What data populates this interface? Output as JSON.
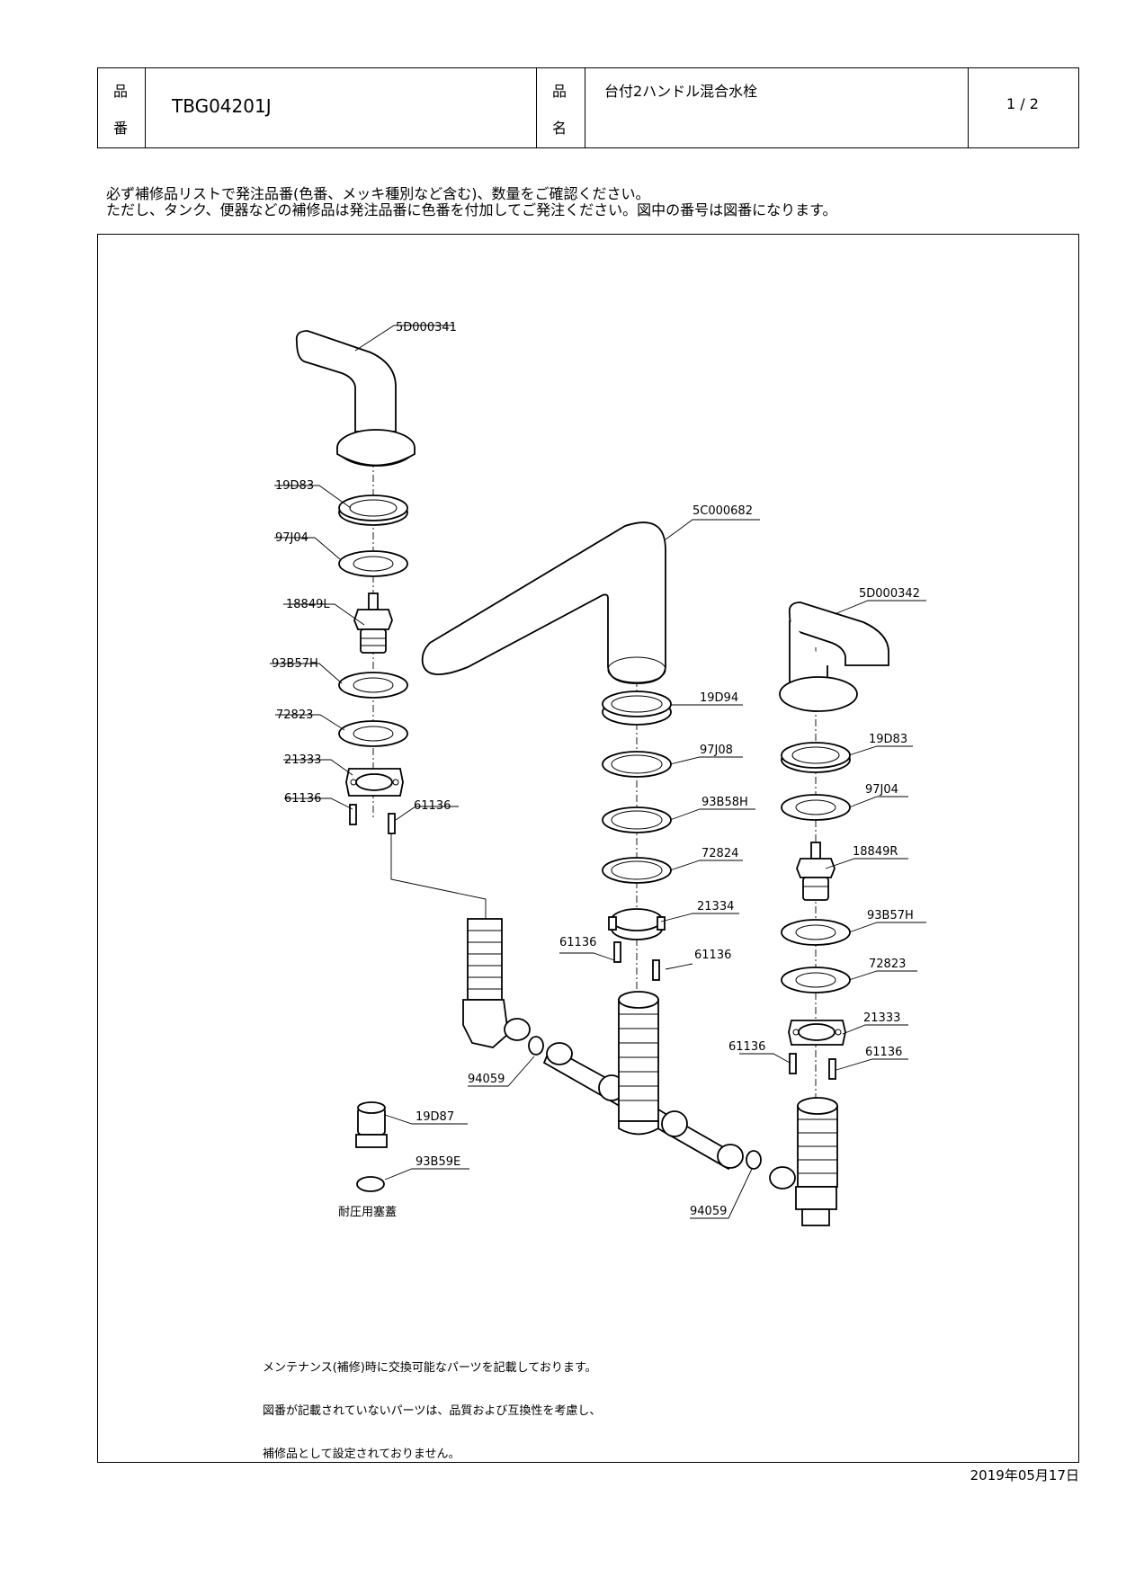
{
  "header": {
    "hinban_label_top": "品",
    "hinban_label_bottom": "番",
    "product_code": "TBG04201J",
    "hinmei_label_top": "品",
    "hinmei_label_bottom": "名",
    "product_name": "台付2ハンドル混合水栓",
    "page": "1 / 2"
  },
  "notice": {
    "line1": "必ず補修品リストで発注品番(色番、メッキ種別など含む)、数量をご確認ください。",
    "line2": "ただし、タンク、便器などの補修品は発注品番に色番を付加してご発注ください。図中の番号は図番になります。"
  },
  "parts": {
    "handle_left": "5D000341",
    "spout": "5C000682",
    "handle_right": "5D000342",
    "l_19D83": "19D83",
    "l_97J04": "97J04",
    "l_18849L": "18849L",
    "l_93B57H": "93B57H",
    "l_72823": "72823",
    "l_21333": "21333",
    "l_61136_a": "61136",
    "l_61136_b": "61136",
    "c_19D94": "19D94",
    "c_97J08": "97J08",
    "c_93B58H": "93B58H",
    "c_72824": "72824",
    "c_21334": "21334",
    "c_61136_a": "61136",
    "c_61136_b": "61136",
    "r_19D83": "19D83",
    "r_97J04": "97J04",
    "r_18849R": "18849R",
    "r_93B57H": "93B57H",
    "r_72823": "72823",
    "r_21333": "21333",
    "r_61136_a": "61136",
    "r_61136_b": "61136",
    "p_94059_a": "94059",
    "p_94059_b": "94059",
    "cap_19D87": "19D87",
    "cap_93B59E": "93B59E",
    "cap_caption": "耐圧用塞蓋"
  },
  "maintenance_note": {
    "line1": "メンテナンス(補修)時に交換可能なパーツを記載しております。",
    "line2": "図番が記載されていないパーツは、品質および互換性を考慮し、",
    "line3": "補修品として設定されておりません。"
  },
  "date": "2019年05月17日"
}
